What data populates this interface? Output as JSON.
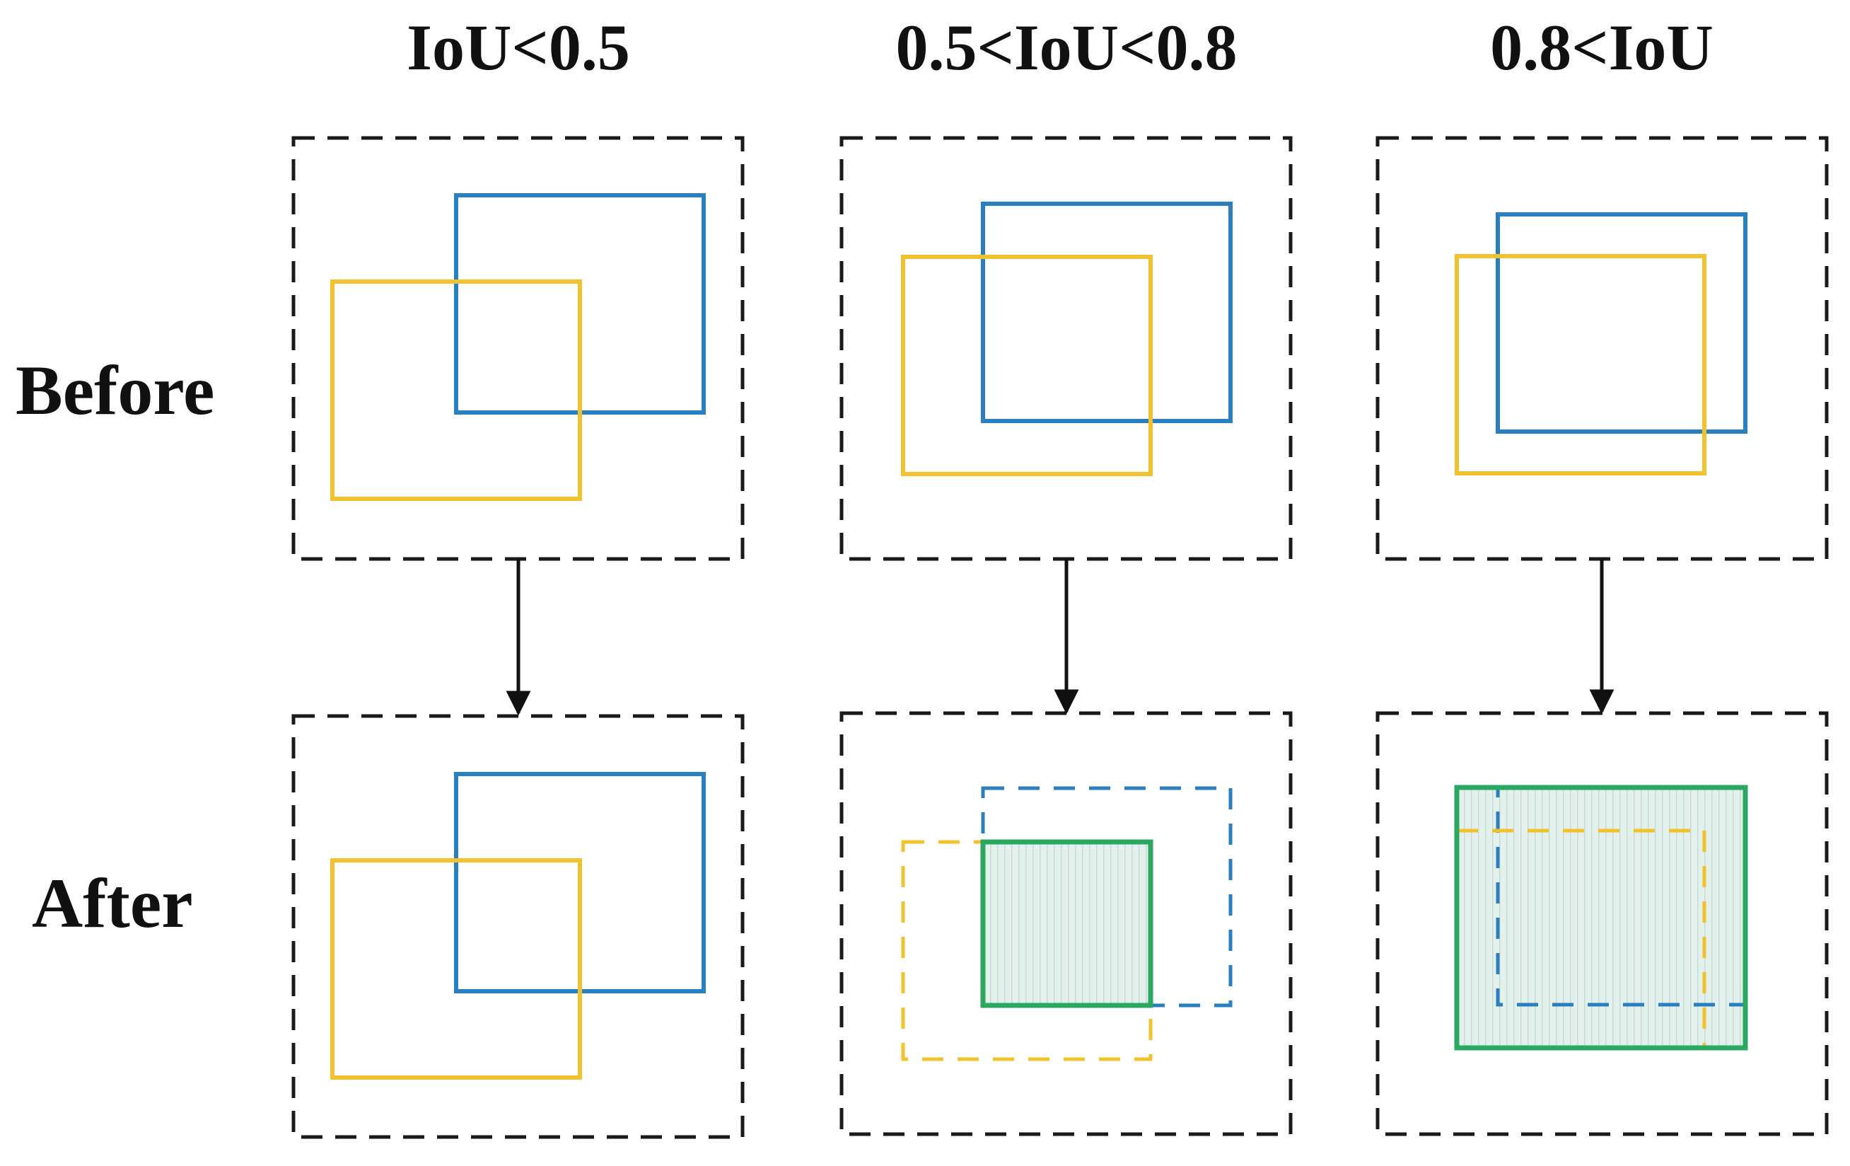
{
  "columns": [
    {
      "header": "IoU<0.5"
    },
    {
      "header": "0.5<IoU<0.8"
    },
    {
      "header": "0.8<IoU"
    }
  ],
  "rows": [
    {
      "label": "Before"
    },
    {
      "label": "After"
    }
  ],
  "colors": {
    "blue_box": "#2a7fc0",
    "yellow_box": "#f2c12e",
    "green_box": "#2aa860",
    "merged_fill": "#dfeeea",
    "panel_border": "#1a1a1a"
  }
}
